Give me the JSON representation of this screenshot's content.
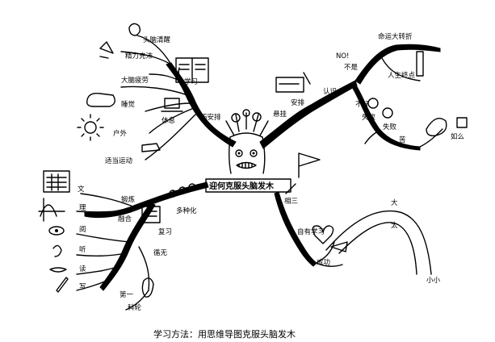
{
  "central": "迎何克服头脑发木",
  "upper_left": {
    "label_main": "巧安排",
    "items": [
      "头脑清醒",
      "精力充沛",
      "学习",
      "大脑疲劳",
      "睡觉",
      "休息",
      "户外",
      "适当运动"
    ]
  },
  "upper_right": {
    "label_main": "悬挂",
    "label_sub": "安排",
    "label_recog": "认识",
    "label_no": "NO!",
    "label_bu": "不是",
    "items": [
      "命运大转折",
      "人生终点",
      "失败",
      "苦",
      "不好",
      "如么",
      "失败"
    ]
  },
  "lower_left": {
    "label_main": "多种化",
    "label_exercise": "锻炼",
    "label_think": "融合",
    "label_review": "复习",
    "label_chain": "循无",
    "senses": [
      "文",
      "理",
      "阅",
      "听",
      "读",
      "写"
    ],
    "items": [
      "第一",
      "科轮"
    ]
  },
  "lower_right": {
    "label_main": "相三",
    "label_self": "自有学习",
    "label_success": "成功",
    "label_big": "大",
    "label_tai": "太",
    "label_small": "小小"
  },
  "caption": "学习方法：用思维导图克服头脑发木"
}
